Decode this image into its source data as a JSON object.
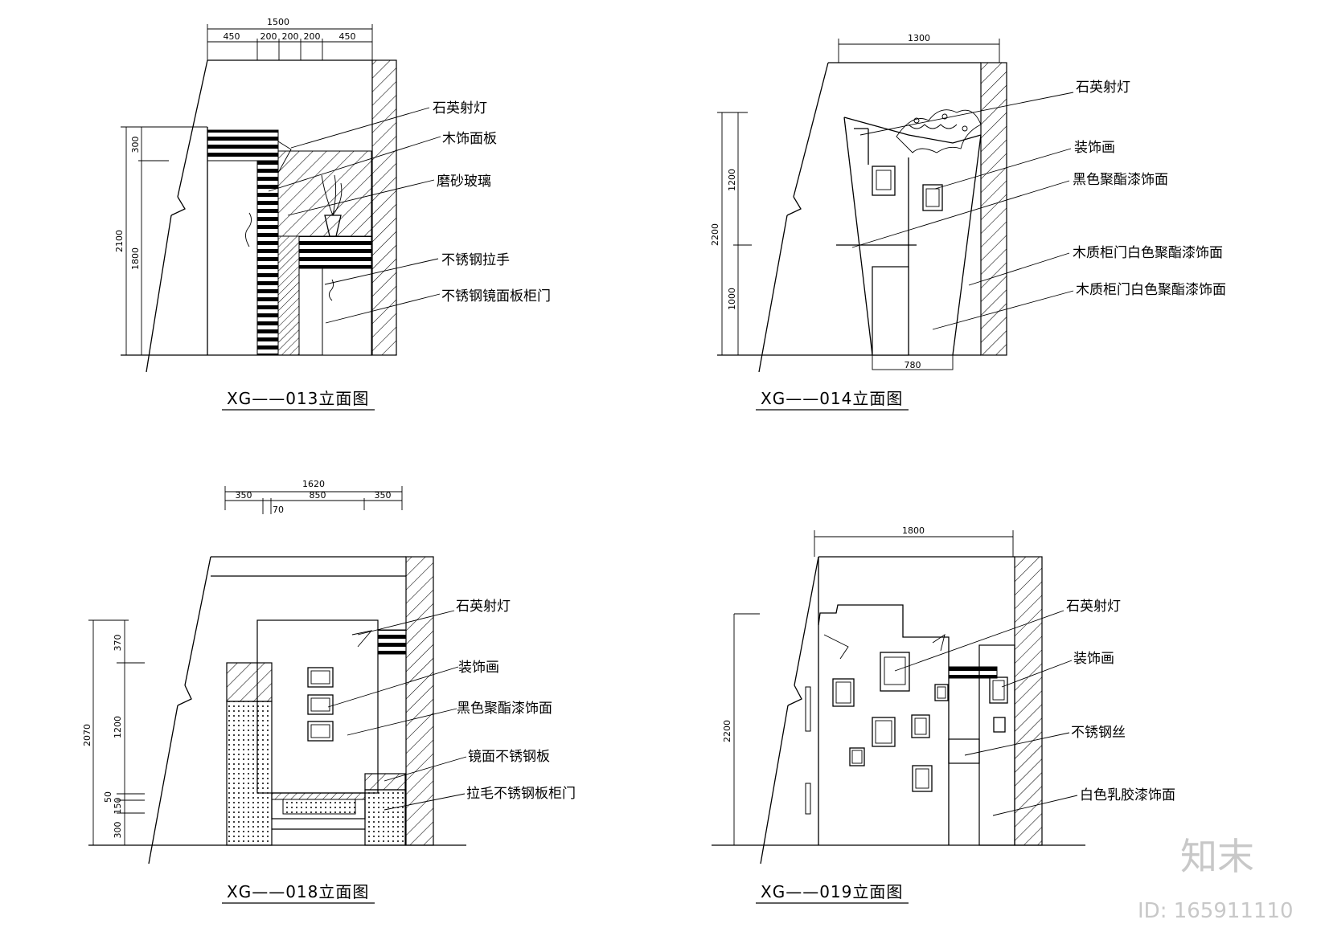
{
  "panels": {
    "p1": {
      "title": "XG——013立面图",
      "dims_top": [
        "1500",
        "450",
        "200",
        "200",
        "200",
        "450"
      ],
      "dims_left": [
        "2100",
        "300",
        "1800"
      ],
      "labels": [
        "石英射灯",
        "木饰面板",
        "磨砂玻璃",
        "不锈钢拉手",
        "不锈钢镜面板柜门"
      ]
    },
    "p2": {
      "title": "XG——014立面图",
      "dims_top": [
        "1300"
      ],
      "dims_left": [
        "2200",
        "1200",
        "1000"
      ],
      "dims_bottom": [
        "780"
      ],
      "labels": [
        "石英射灯",
        "装饰画",
        "黑色聚酯漆饰面",
        "木质柜门白色聚酯漆饰面",
        "木质柜门白色聚酯漆饰面"
      ]
    },
    "p3": {
      "title": "XG——018立面图",
      "dims_top": [
        "1620",
        "350",
        "850",
        "350",
        "70"
      ],
      "dims_left": [
        "2070",
        "370",
        "1200",
        "50",
        "150",
        "300"
      ],
      "labels": [
        "石英射灯",
        "装饰画",
        "黑色聚酯漆饰面",
        "镜面不锈钢板",
        "拉毛不锈钢板柜门"
      ]
    },
    "p4": {
      "title": "XG——019立面图",
      "dims_top": [
        "1800"
      ],
      "dims_left": [
        "2200"
      ],
      "labels": [
        "石英射灯",
        "装饰画",
        "不锈钢丝",
        "白色乳胶漆饰面"
      ]
    }
  },
  "watermark": {
    "logo": "知末",
    "id": "ID: 165911110"
  }
}
